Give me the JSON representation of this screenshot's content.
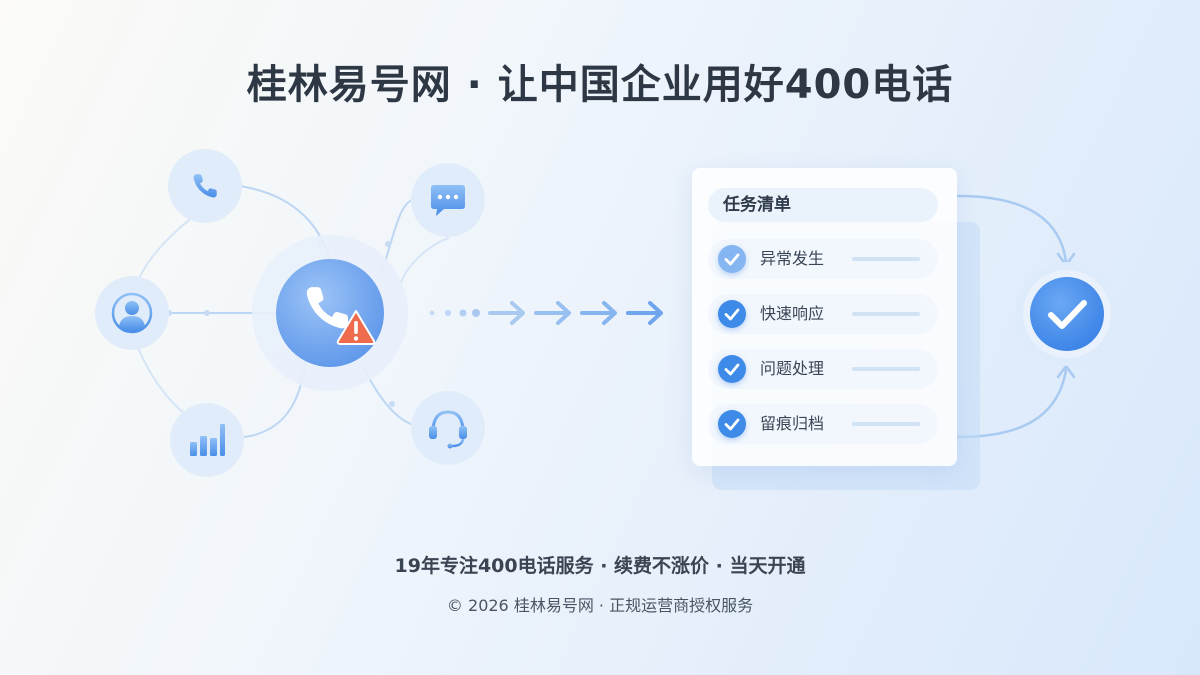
{
  "header": {
    "title": "桂林易号网 · 让中国企业用好400电话"
  },
  "diagram": {
    "center_icon": "phone-alert-icon",
    "satellites": [
      {
        "icon": "phone-icon"
      },
      {
        "icon": "chat-bubble-icon"
      },
      {
        "icon": "user-icon"
      },
      {
        "icon": "bar-chart-icon"
      },
      {
        "icon": "headset-icon"
      }
    ],
    "result_icon": "check-circle-icon"
  },
  "task_card": {
    "title": "任务清单",
    "items": [
      {
        "label": "异常发生",
        "done": true
      },
      {
        "label": "快速响应",
        "done": true
      },
      {
        "label": "问题处理",
        "done": true
      },
      {
        "label": "留痕归档",
        "done": true
      }
    ]
  },
  "footer": {
    "tagline": "19年专注400电话服务 · 续费不涨价 · 当天开通",
    "copyright": "© 2026 桂林易号网 · 正规运营商授权服务"
  },
  "colors": {
    "accent": "#3d8ae8",
    "accent_light": "#8cbcf4",
    "warning": "#ee6b4e",
    "title": "#2e3744"
  }
}
